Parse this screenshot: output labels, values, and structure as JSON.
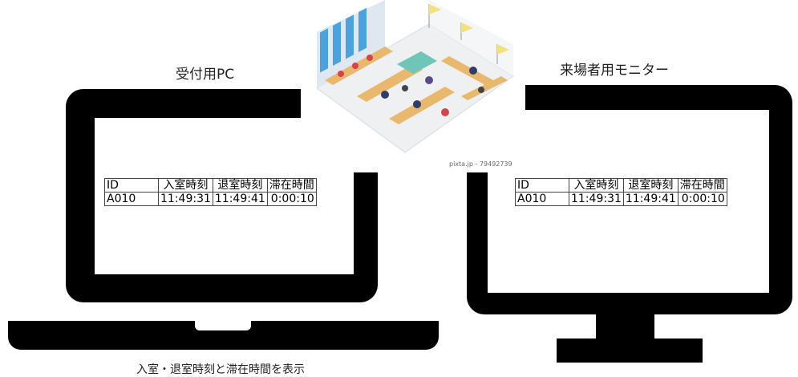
{
  "labels": {
    "reception_pc": "受付用PC",
    "visitor_monitor": "来場者用モニター",
    "image_credit": "pixta.jp - 79492739",
    "bottom_note": "入室・退室時刻と滞在時間を表示"
  },
  "table": {
    "headers": [
      "ID",
      "入室時刻",
      "退室時刻",
      "滞在時間"
    ],
    "rows": [
      [
        "A010",
        "11:49:31",
        "11:49:41",
        "0:00:10"
      ]
    ]
  },
  "colors": {
    "device": "#000000",
    "screen": "#ffffff",
    "floor": "#eef0f2",
    "table_wood": "#e8b86d",
    "flag": "#f2e27a",
    "window": "#4aa3df"
  },
  "icons": {
    "laptop": "laptop-icon",
    "monitor": "monitor-icon",
    "illustration": "office-lounge-illustration"
  }
}
